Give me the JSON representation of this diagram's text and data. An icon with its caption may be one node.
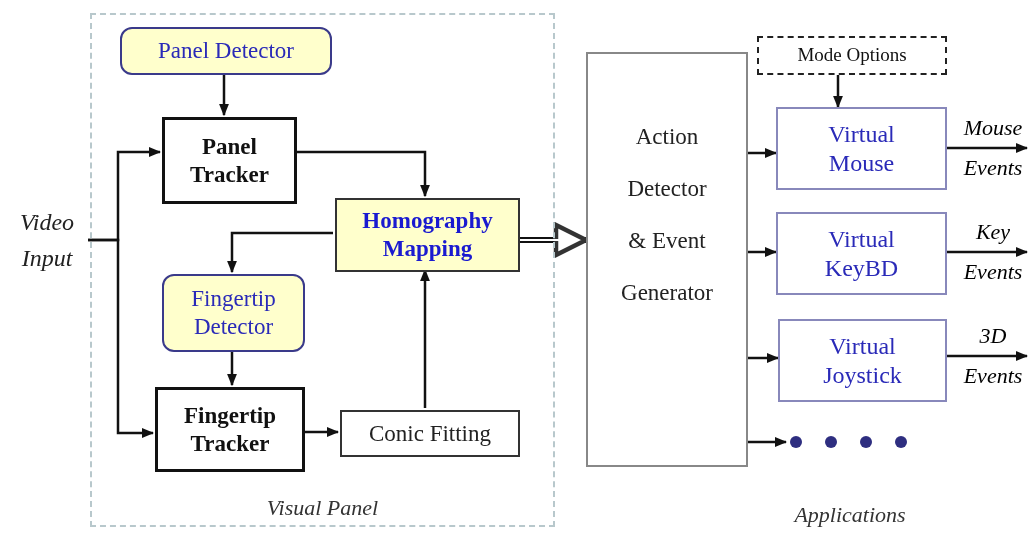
{
  "diagram": {
    "nodes": [
      {
        "text": [
          "Visual Panel"
        ]
      },
      {
        "text": [
          "Panel Detector"
        ],
        "in": 0
      },
      {
        "text": [
          "Panel Tracker"
        ],
        "in": 0
      },
      {
        "text": [
          "Homography Mapping"
        ],
        "in": 0
      },
      {
        "text": [
          "Fingertip Detector"
        ],
        "in": 0
      },
      {
        "text": [
          "Fingertip Tracker"
        ],
        "in": 0
      },
      {
        "text": [
          "Conic Fitting"
        ],
        "in": 0
      },
      {
        "text": [
          "Action Detector & Event Generator"
        ]
      },
      {
        "text": [
          "Mode Options"
        ]
      },
      {
        "text": [
          "Virtual Mouse"
        ]
      },
      {
        "text": [
          "Virtual KeyBD"
        ]
      },
      {
        "text": [
          "Virtual Joystick"
        ]
      },
      {
        "text": [],
        "shape": "dots"
      },
      {
        "text": [
          "Video Input"
        ]
      }
    ],
    "edges": [
      {
        "from": 1,
        "to": 2,
        "arrow": "to"
      },
      {
        "from": 2,
        "to": 3,
        "arrow": "to"
      },
      {
        "from": 3,
        "to": 4,
        "arrow": "to"
      },
      {
        "from": 4,
        "to": 5,
        "arrow": "to"
      },
      {
        "from": 5,
        "to": 6,
        "arrow": "to"
      },
      {
        "from": 6,
        "to": 3,
        "arrow": "to"
      },
      {
        "from": 13,
        "to": 2,
        "arrow": "to"
      },
      {
        "from": 13,
        "to": 5,
        "arrow": "to"
      },
      {
        "from": 3,
        "to": 7,
        "arrow": "to",
        "style": "thick"
      },
      {
        "from": 7,
        "to": 9,
        "arrow": "to"
      },
      {
        "from": 7,
        "to": 10,
        "arrow": "to"
      },
      {
        "from": 7,
        "to": 11,
        "arrow": "to"
      },
      {
        "from": 7,
        "to": 12,
        "arrow": "to"
      },
      {
        "from": 8,
        "to": 9,
        "arrow": "to"
      },
      {
        "from": 9,
        "to": null,
        "arrow": "to",
        "label": "Mouse Events"
      },
      {
        "from": 10,
        "to": null,
        "arrow": "to",
        "label": "Key Events"
      },
      {
        "from": 11,
        "to": null,
        "arrow": "to",
        "label": "3D Events"
      }
    ],
    "labels": [
      "Applications"
    ]
  }
}
